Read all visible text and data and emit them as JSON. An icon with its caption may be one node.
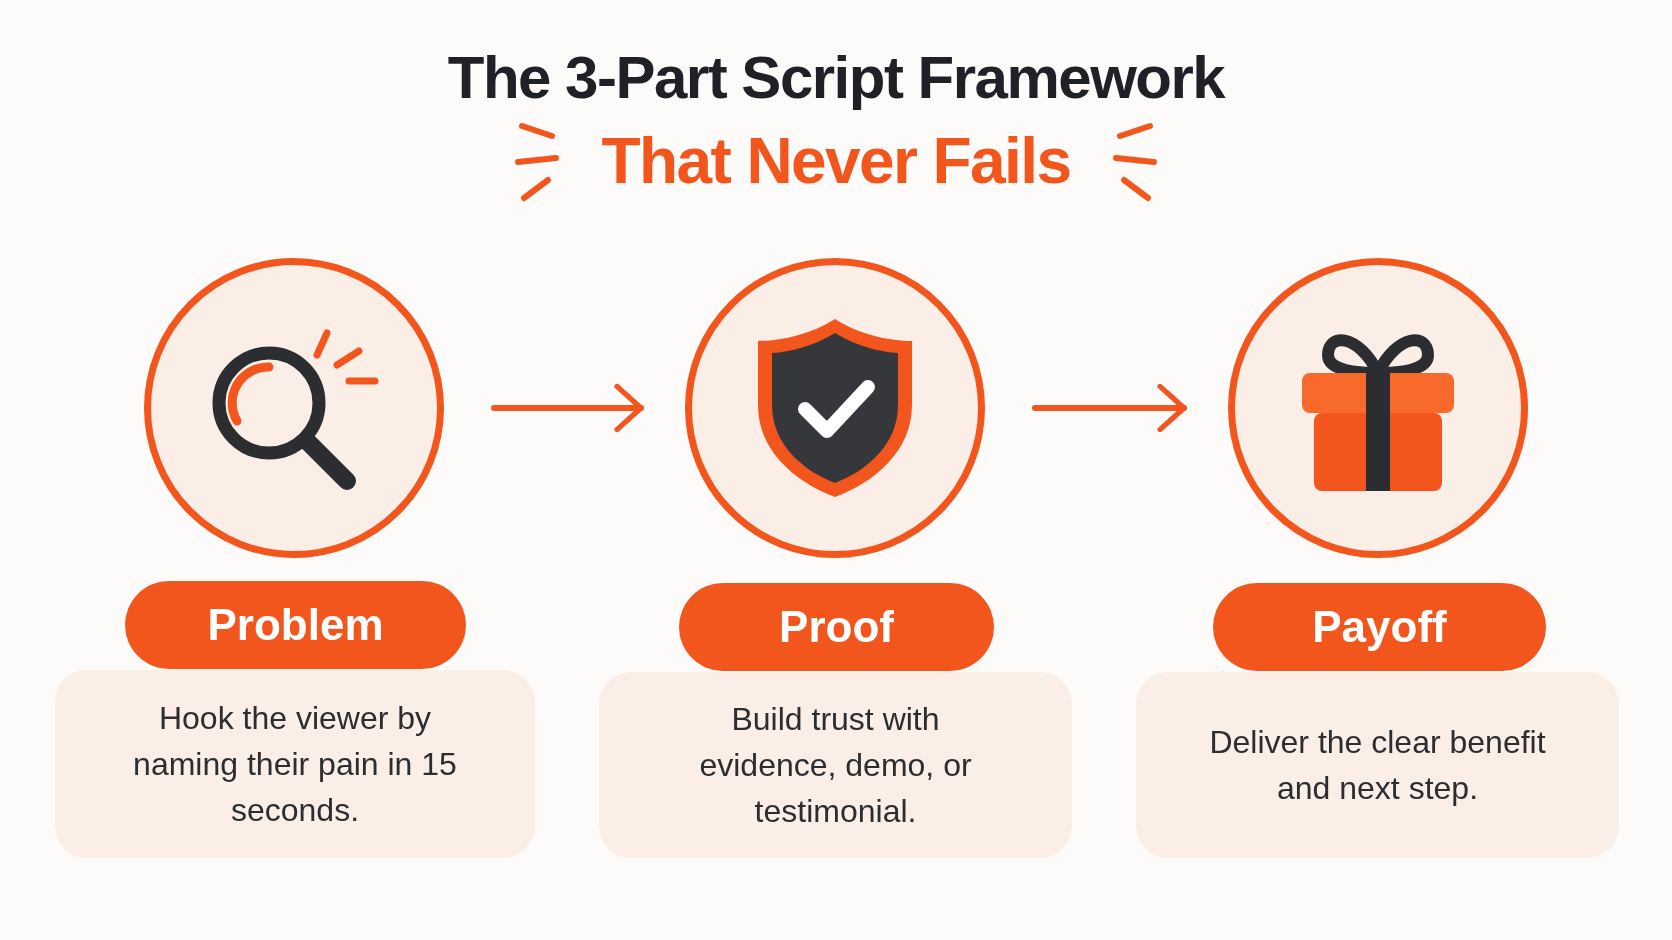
{
  "diagram": {
    "title": "The 3-Part Script Framework",
    "nodes": [
      {
        "text": [],
        "shape": "circle"
      },
      {
        "text": [
          "Problem"
        ]
      },
      {
        "text": [
          "Hook the viewer by naming their pain in 15 seconds."
        ]
      },
      {
        "text": [],
        "shape": "circle"
      },
      {
        "text": [
          "Proof"
        ]
      },
      {
        "text": [
          "Build trust with evidence, demo, or testimonial."
        ]
      },
      {
        "text": [],
        "shape": "circle"
      },
      {
        "text": [
          "Payoff"
        ]
      },
      {
        "text": [
          "Deliver the clear benefit and next step."
        ]
      }
    ],
    "edges": [
      {
        "from": 0,
        "to": 3,
        "arrow": "to"
      },
      {
        "from": 3,
        "to": 6,
        "arrow": "to"
      }
    ],
    "labels": [
      "That Never Fails"
    ]
  }
}
